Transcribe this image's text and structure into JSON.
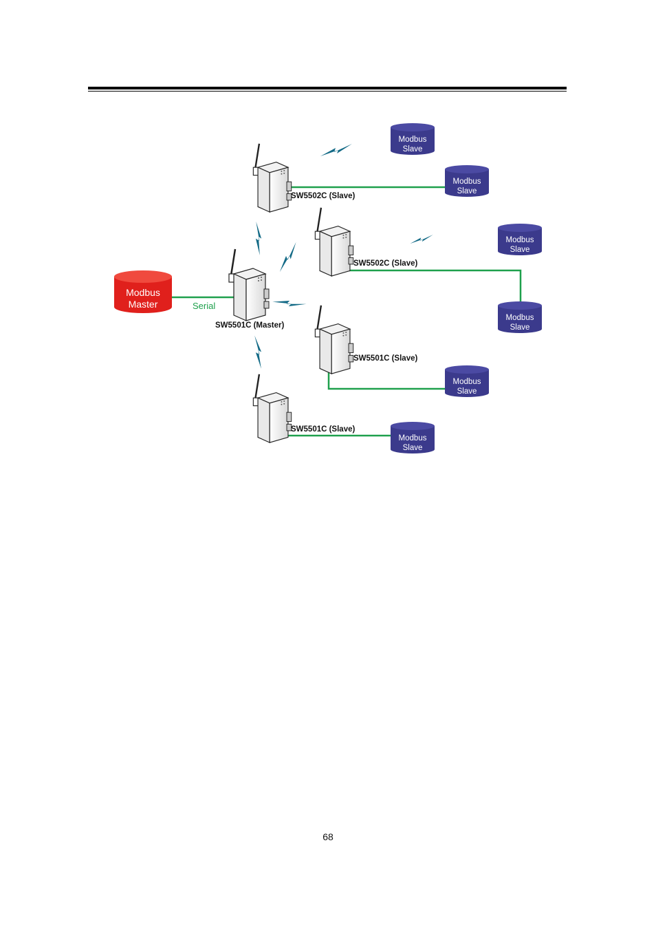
{
  "page": {
    "page_number": "68"
  },
  "colors": {
    "link_green": "#1ea04c",
    "slave_purple": "#3b3a8c",
    "slave_top": "#4b4aa3",
    "master_red": "#e0201c",
    "master_top": "#f04a3e",
    "wireless_teal": "#136a86"
  },
  "master_db": {
    "line1": "Modbus",
    "line2": "Master"
  },
  "serial_label": "Serial",
  "devices": {
    "master": "SW5501C (Master)",
    "top_slave": "SW5502C (Slave)",
    "mid_slave": "SW5502C (Slave)",
    "low_slave": "SW5501C (Slave)",
    "bottom_slave": "SW5501C (Slave)"
  },
  "slave_db": {
    "line1": "Modbus",
    "line2": "Slave"
  }
}
